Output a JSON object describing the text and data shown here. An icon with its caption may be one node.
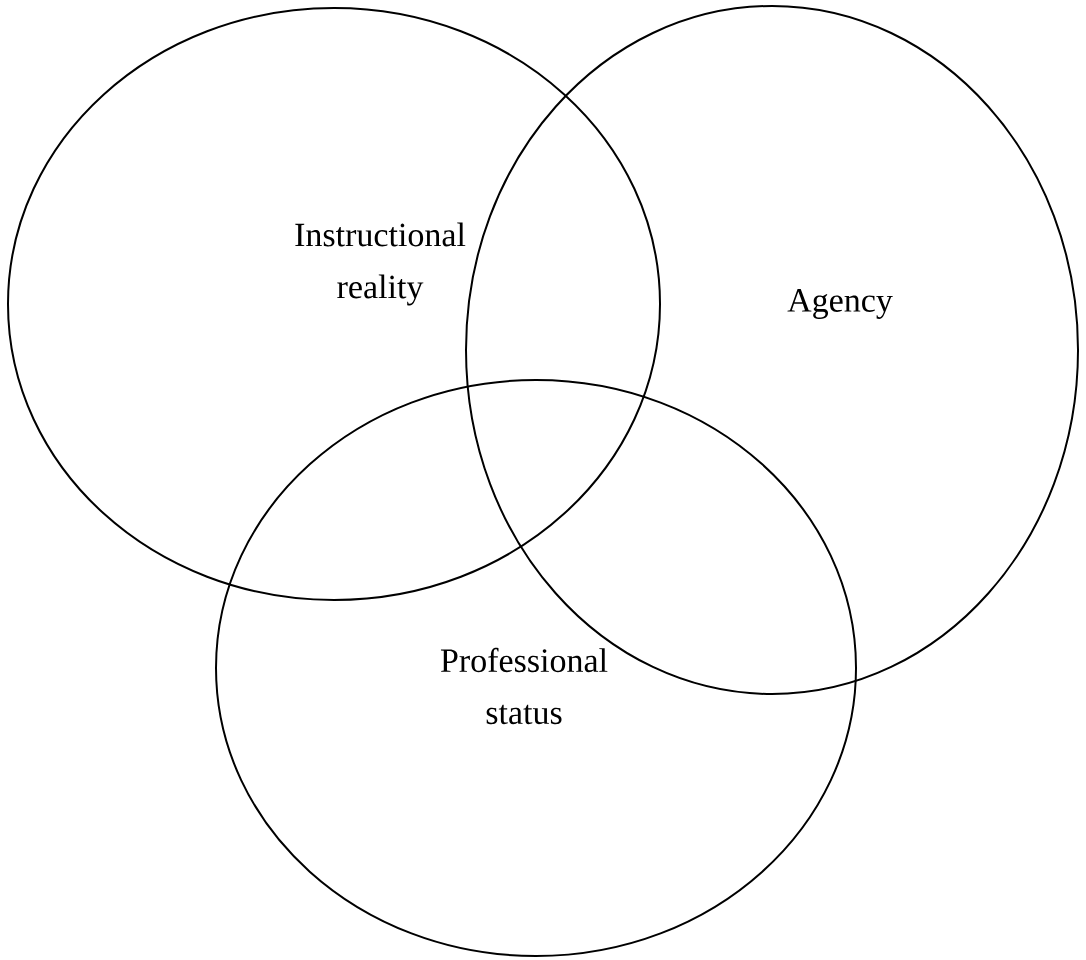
{
  "diagram": {
    "nodes": [
      {
        "text": [
          "Instructional reality"
        ]
      },
      {
        "text": [
          "Agency"
        ]
      },
      {
        "text": [
          "Professional status"
        ]
      }
    ]
  }
}
